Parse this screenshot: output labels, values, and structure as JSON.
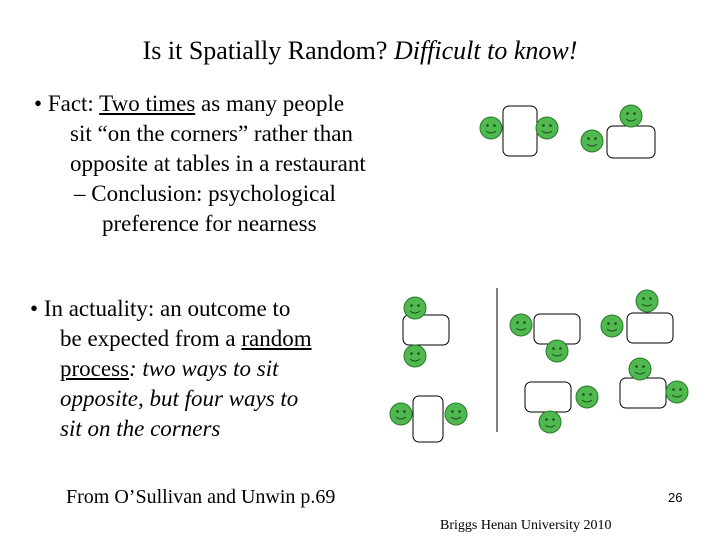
{
  "slide": {
    "title_main": "Is it Spatially Random?",
    "title_sub": "Difficult to know!",
    "bullet1": {
      "fact_prefix": "Fact: ",
      "fact_underlined": "Two times",
      "fact_line1_rest": " as many people",
      "fact_line2": "sit “on the corners” rather than",
      "fact_line3": "opposite at tables in a restaurant",
      "sub_line1": "– Conclusion: psychological",
      "sub_line2": "preference for nearness"
    },
    "bullet2": {
      "line1": "In actuality: an outcome to",
      "line2_prefix": "be expected from a ",
      "line2_underlined": "random",
      "line3_underlined": "process",
      "line3_rest": ": two ways to sit",
      "line4": "opposite, but four ways to",
      "line5": "sit on the corners"
    },
    "source": "From  O’Sullivan and Unwin p.69",
    "page_number": "26",
    "footer": "Briggs  Henan University 2010"
  },
  "colors": {
    "face_fill": "#4fb84f",
    "face_stroke": "#2a7a2a",
    "table_fill": "#ffffff",
    "table_stroke": "#000000"
  },
  "icons": [
    "bullet-dot",
    "smiley-face-icon",
    "table-rect"
  ]
}
